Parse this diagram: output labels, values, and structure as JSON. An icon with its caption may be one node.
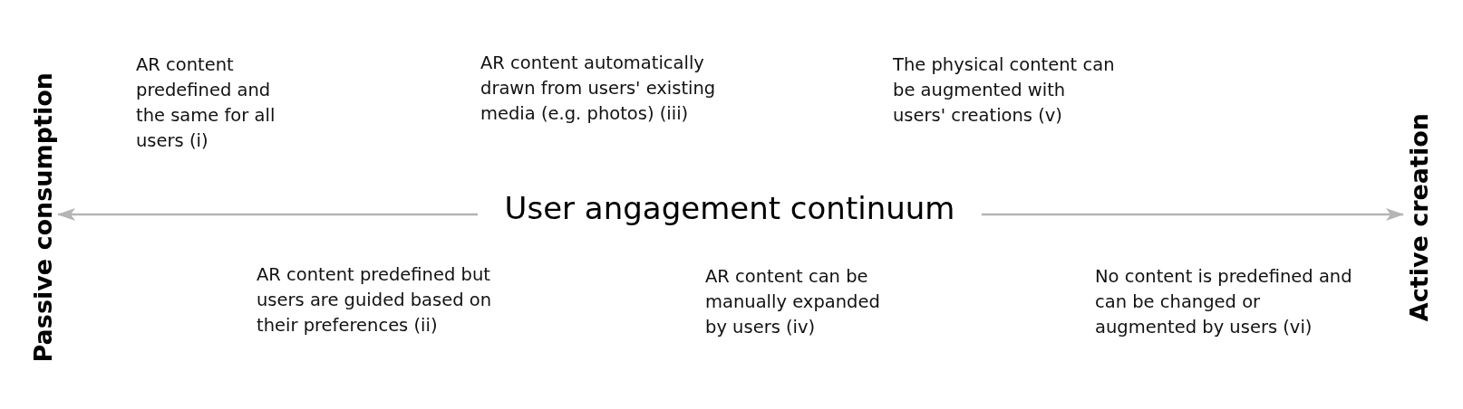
{
  "diagram": {
    "nodes": [
      {
        "text": [
          "Passive consumption"
        ]
      },
      {
        "text": [
          "User angagement continuum"
        ]
      },
      {
        "text": [
          "Active creation"
        ]
      }
    ],
    "edges": [
      {
        "from": 1,
        "to": 0,
        "arrow": "to"
      },
      {
        "from": 1,
        "to": 2,
        "arrow": "to"
      }
    ],
    "labels": [
      "AR content predefined and the same for all users (i)",
      "AR content automatically drawn from users' existing media (e.g. photos) (iii)",
      "The physical content can be augmented with users' creations (v)",
      "AR content predefined but users are guided based on their preferences (ii)",
      "AR content can be manually expanded by users (iv)",
      "No content is predefined and can be changed or augmented by users (vi)"
    ]
  }
}
